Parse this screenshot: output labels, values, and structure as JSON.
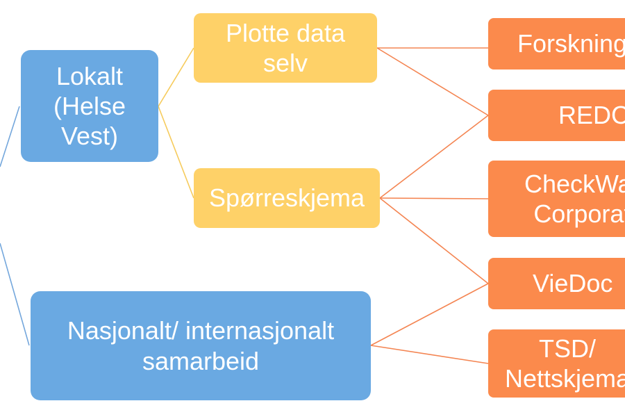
{
  "colors": {
    "blue": "#6aa9e2",
    "yellow": "#fed168",
    "orange": "#fb8a4c",
    "edge_blue": "#74a7dc",
    "edge_yellow": "#f6cb5c",
    "edge_orange": "#f48552"
  },
  "nodes": {
    "lokalt": "Lokalt\n(Helse\nVest)",
    "nasjonalt": "Nasjonalt/ internasjonalt\nsamarbeid",
    "plotte": "Plotte data\nselv",
    "sporreskjema": "Spørreskjema",
    "forskning": "Forskning",
    "redcap": "REDCap",
    "checkware": "CheckWare\nCorporate",
    "viedoc": "VieDoc",
    "tsd": "TSD/\nNettskjema"
  }
}
